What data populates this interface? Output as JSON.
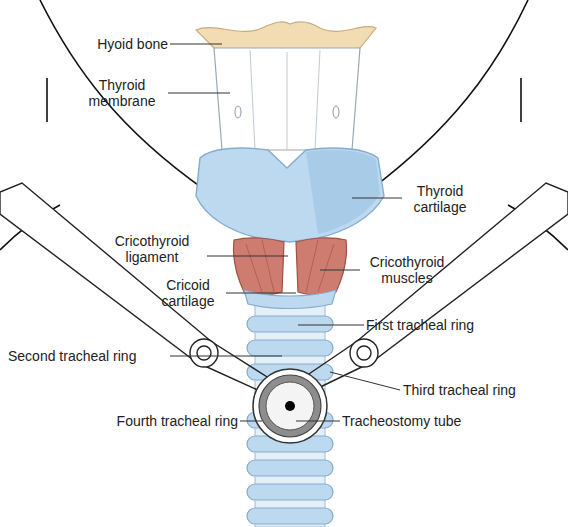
{
  "diagram": {
    "labels": [
      "Hyoid bone",
      "Thyroid membrane",
      "Thyroid cartilage",
      "Cricothyroid ligament",
      "Cricothyroid muscles",
      "Cricoid cartilage",
      "First tracheal ring",
      "Second tracheal ring",
      "Third tracheal ring",
      "Fourth tracheal ring",
      "Tracheostomy tube"
    ]
  }
}
